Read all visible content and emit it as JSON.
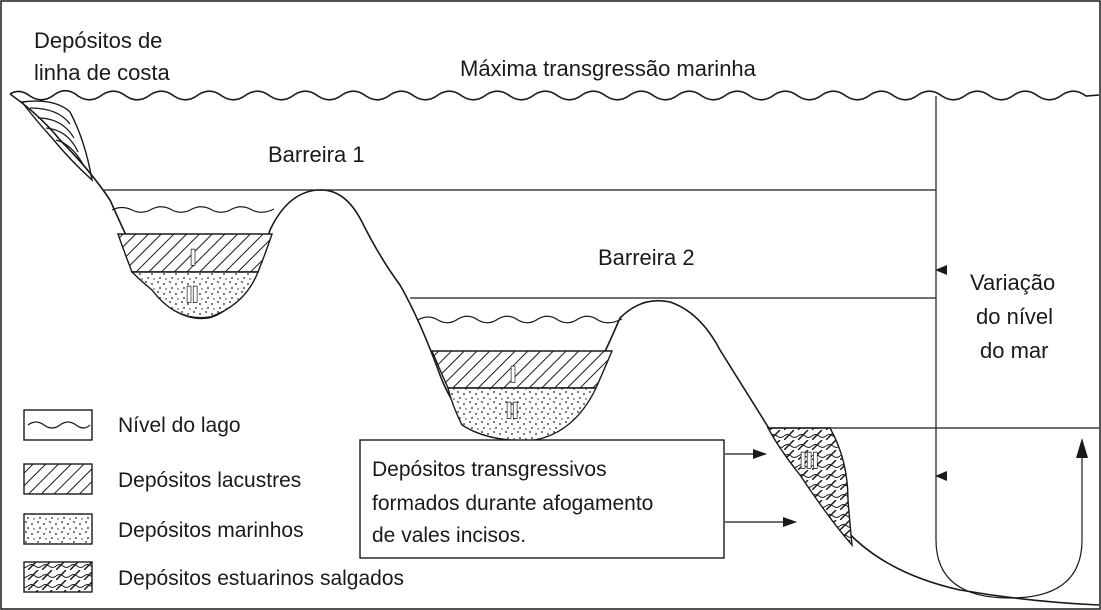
{
  "labels": {
    "shoreline_deposits_line1": "Depósitos de",
    "shoreline_deposits_line2": "linha de costa",
    "max_transgression": "Máxima transgressão marinha",
    "barrier_1": "Barreira 1",
    "barrier_2": "Barreira 2",
    "sea_level_variation_line1": "Variação",
    "sea_level_variation_line2": "do nível",
    "sea_level_variation_line3": "do mar",
    "roman_I": "I",
    "roman_II": "II",
    "roman_III": "III"
  },
  "callout": {
    "line1": "Depósitos transgressivos",
    "line2": "formados durante afogamento",
    "line3": "de vales incisos."
  },
  "legend": {
    "items": [
      {
        "pattern": "lake-level",
        "label": "Nível do lago"
      },
      {
        "pattern": "lacustrine",
        "label": "Depósitos lacustres"
      },
      {
        "pattern": "marine",
        "label": "Depósitos marinhos"
      },
      {
        "pattern": "estuarine",
        "label": "Depósitos estuarinos salgados"
      }
    ]
  },
  "colors": {
    "line": "#1a1a1a",
    "background": "#ffffff"
  }
}
